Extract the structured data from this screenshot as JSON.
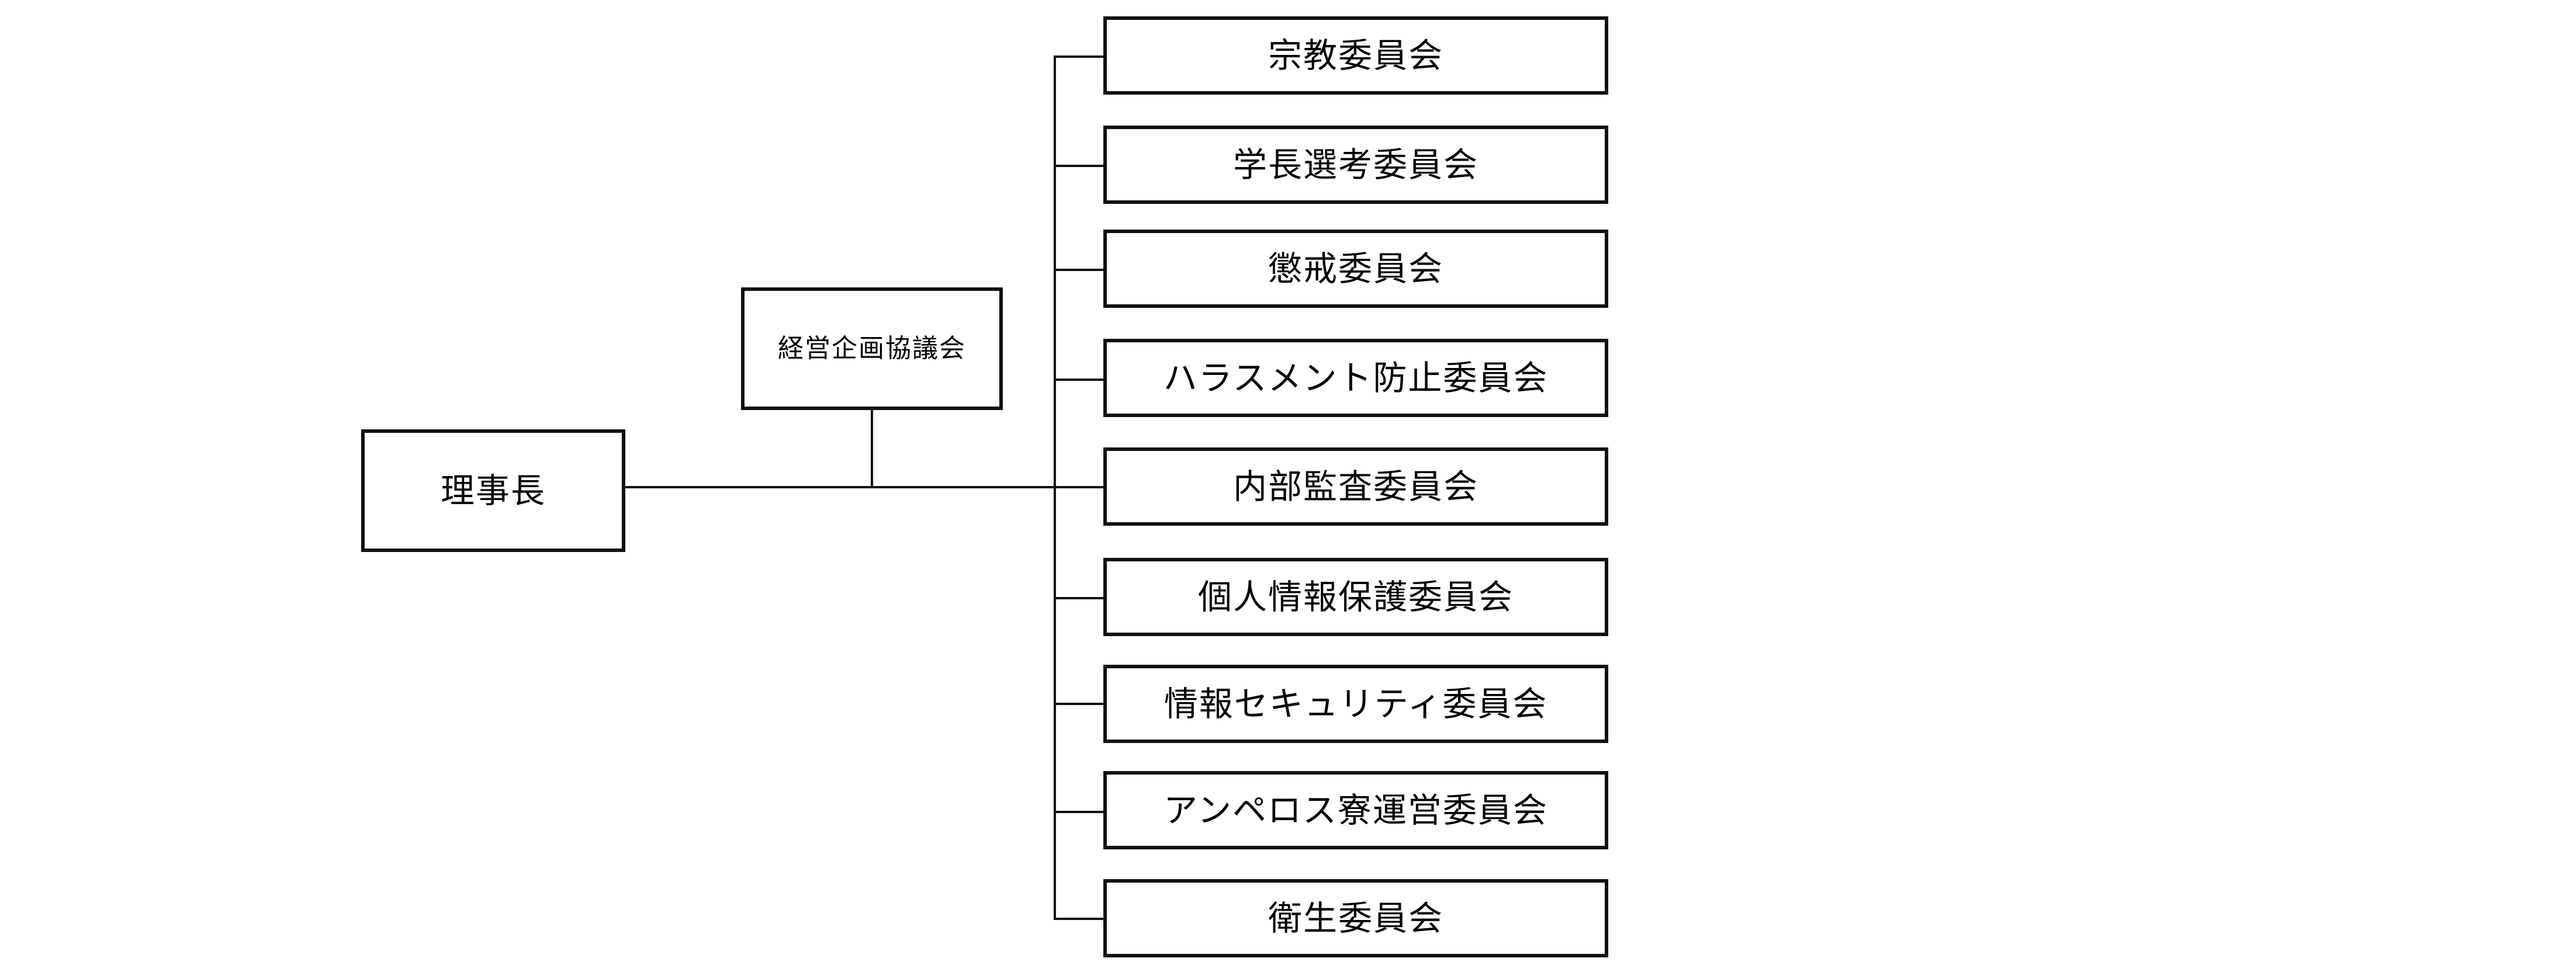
{
  "diagram": {
    "root": {
      "label": "理事長"
    },
    "advisory": {
      "label": "経営企画協議会"
    },
    "committees": [
      {
        "label": "宗教委員会"
      },
      {
        "label": "学長選考委員会"
      },
      {
        "label": "懲戒委員会"
      },
      {
        "label": "ハラスメント防止委員会"
      },
      {
        "label": "内部監査委員会"
      },
      {
        "label": "個人情報保護委員会"
      },
      {
        "label": "情報セキュリティ委員会"
      },
      {
        "label": "アンペロス寮運営委員会"
      },
      {
        "label": "衛生委員会"
      }
    ]
  }
}
